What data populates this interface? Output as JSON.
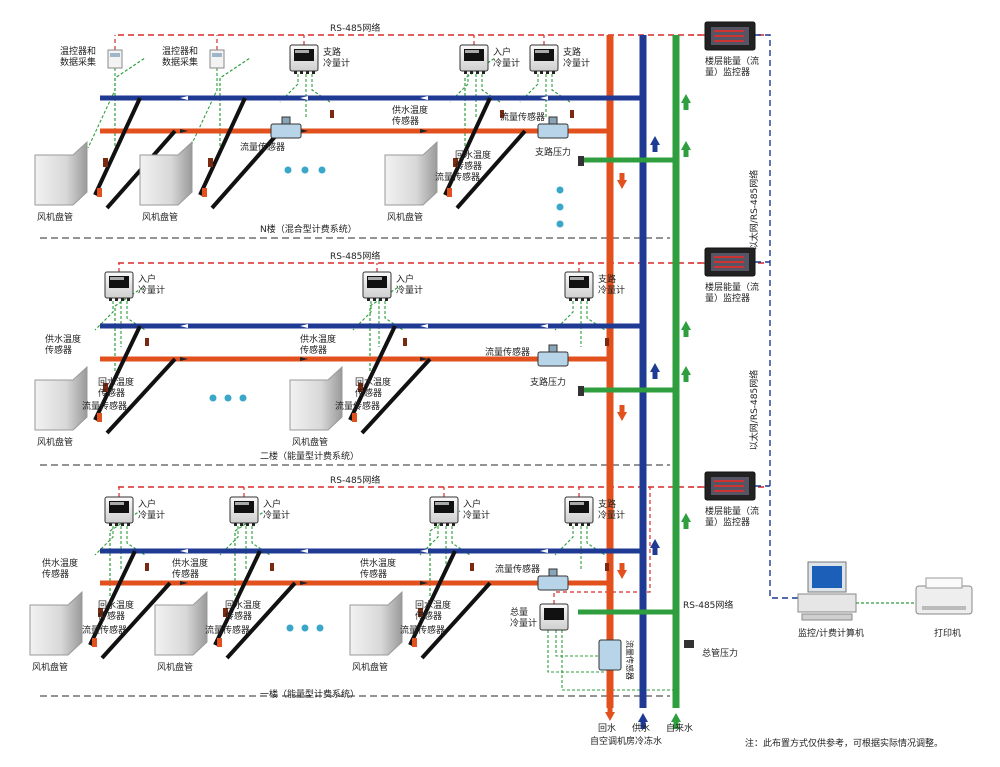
{
  "colors": {
    "supply": "#1f3a93",
    "return": "#e2501e",
    "tap": "#2e9e3e",
    "network_red": "#d92b2b",
    "network_blue": "#1f3a93",
    "signal_green": "#2e9e3e",
    "divider": "#555555"
  },
  "labels": {
    "rs485": "RS-485网络",
    "ethernet_rs485": "以太网/RS-485网络",
    "floor_n": "N楼（混合型计费系统）",
    "floor_2": "二楼（能量型计费系统）",
    "floor_1": "一楼（能量型计费系统）",
    "thermostat_collector": "温控器和\n数据采集",
    "household_meter": "入户\n冷量计",
    "branch_meter": "支路\n冷量计",
    "total_meter": "总量\n冷量计",
    "flow_sensor": "流量传感器",
    "supply_temp_sensor": "供水温度\n传感器",
    "return_temp_sensor": "回水温度\n传感器",
    "branch_pressure": "支路压力",
    "main_pressure": "总管压力",
    "fan_coil": "风机盘管",
    "floor_monitor": "楼层能量（流\n量）监控器",
    "computer": "监控/计费计算机",
    "printer": "打印机",
    "return_water": "回水",
    "supply_water": "供水",
    "tap_water": "自来水",
    "from_plant": "自空调机房冷冻水",
    "note": "注：此布置方式仅供参考，可根据实际情况调整。"
  }
}
